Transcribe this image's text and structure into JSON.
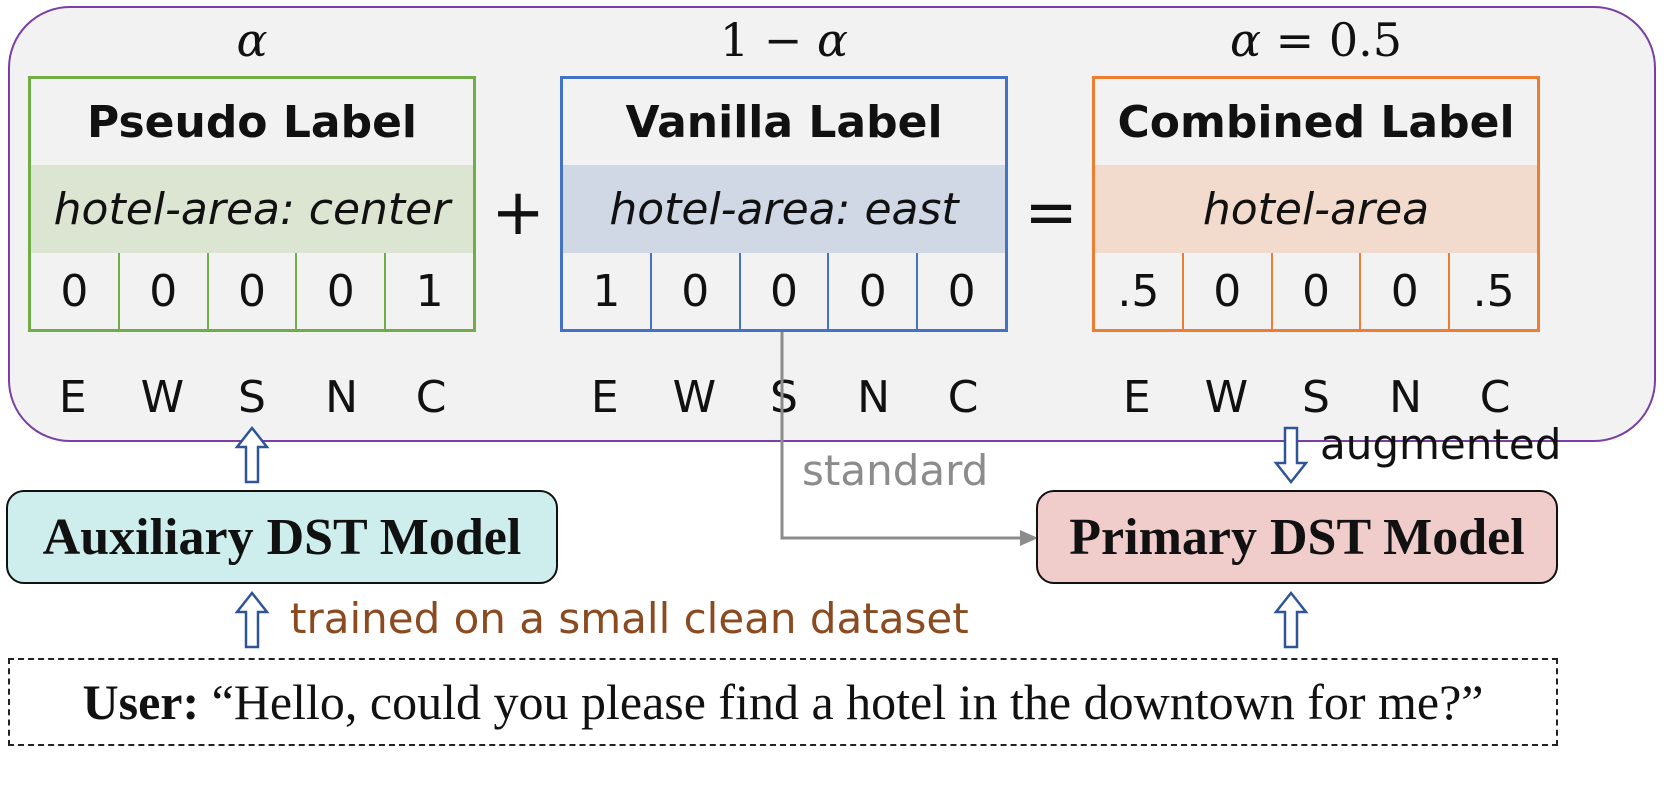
{
  "colors": {
    "panel_border": "#7a3fa5",
    "pseudo": "#70ad47",
    "pseudo_fill": "#dbe5d2",
    "vanilla": "#4472c4",
    "vanilla_fill": "#d1d8e5",
    "combined": "#ed7d31",
    "combined_fill": "#f2dacc",
    "aux_fill": "#cdeeed",
    "primary_fill": "#f0cdcb",
    "arrow_blue": "#2f5597",
    "standard_gray": "#8c8c8c",
    "trained_brown": "#8b4a1f"
  },
  "weights": {
    "pseudo": {
      "main": "α",
      "rest": ""
    },
    "vanilla": {
      "main": "1 − ",
      "rest": "α"
    },
    "combined": {
      "main": "α",
      "rest": " = 0.5"
    }
  },
  "operators": {
    "plus": "+",
    "equals": "="
  },
  "tables": {
    "pseudo": {
      "title": "Pseudo Label",
      "slot": "hotel-area: center",
      "values": [
        "0",
        "0",
        "0",
        "0",
        "1"
      ],
      "dirs": [
        "E",
        "W",
        "S",
        "N",
        "C"
      ]
    },
    "vanilla": {
      "title": "Vanilla Label",
      "slot": "hotel-area: east",
      "values": [
        "1",
        "0",
        "0",
        "0",
        "0"
      ],
      "dirs": [
        "E",
        "W",
        "S",
        "N",
        "C"
      ]
    },
    "combined": {
      "title": "Combined Label",
      "slot": "hotel-area",
      "values": [
        ".5",
        "0",
        "0",
        "0",
        ".5"
      ],
      "dirs": [
        "E",
        "W",
        "S",
        "N",
        "C"
      ]
    }
  },
  "models": {
    "auxiliary": "Auxiliary DST Model",
    "primary": "Primary DST Model"
  },
  "notes": {
    "augmented": "augmented",
    "standard": "standard",
    "trained": "trained on a small clean dataset"
  },
  "user": {
    "speaker": "User:",
    "utterance": " “Hello, could you please find a hotel in the downtown for me?”"
  }
}
